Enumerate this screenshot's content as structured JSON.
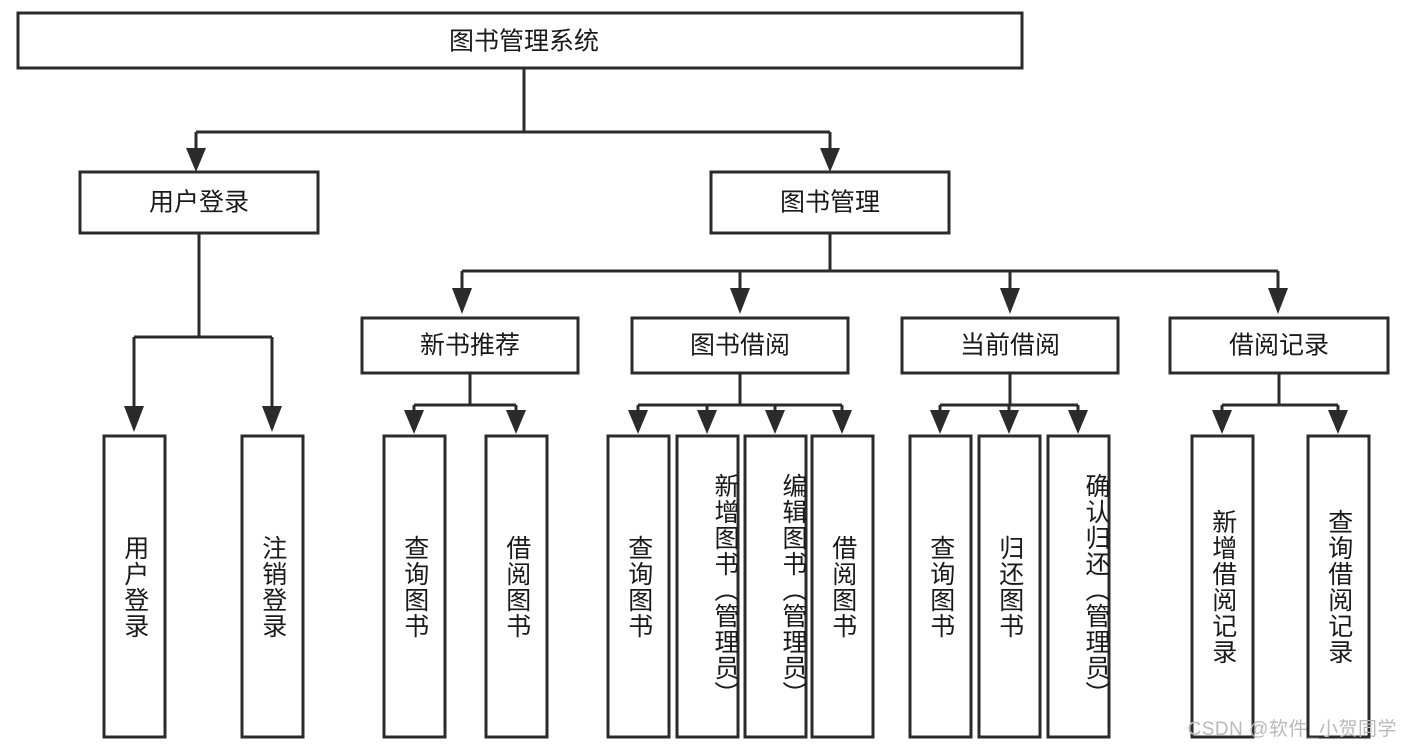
{
  "diagram": {
    "title": "图书管理系统",
    "type": "hierarchy-tree",
    "background_color": "#ffffff",
    "line_color": "#2b2b2b",
    "text_color": "#1a1a1a"
  },
  "watermark": {
    "text": "CSDN @软件_小贺同学",
    "color": "#b9b9b9"
  },
  "chart_data": {
    "type": "tree",
    "title": "图书管理系统",
    "root": {
      "label": "图书管理系统",
      "children": [
        {
          "label": "用户登录",
          "children": [
            {
              "label": "用户登录"
            },
            {
              "label": "注销登录"
            }
          ]
        },
        {
          "label": "图书管理",
          "children": [
            {
              "label": "新书推荐",
              "children": [
                {
                  "label": "查询图书"
                },
                {
                  "label": "借阅图书"
                }
              ]
            },
            {
              "label": "图书借阅",
              "children": [
                {
                  "label": "查询图书"
                },
                {
                  "label": "新增图书（管理员）"
                },
                {
                  "label": "编辑图书（管理员）"
                },
                {
                  "label": "借阅图书"
                }
              ]
            },
            {
              "label": "当前借阅",
              "children": [
                {
                  "label": "查询图书"
                },
                {
                  "label": "归还图书"
                },
                {
                  "label": "确认归还（管理员）"
                }
              ]
            },
            {
              "label": "借阅记录",
              "children": [
                {
                  "label": "新增借阅记录"
                },
                {
                  "label": "查询借阅记录"
                }
              ]
            }
          ]
        }
      ]
    }
  },
  "nodes": {
    "root": {
      "label": "图书管理系统"
    },
    "l2_user_login": {
      "label": "用户登录"
    },
    "l2_book_mgmt": {
      "label": "图书管理"
    },
    "l3_new_book_rec": {
      "label": "新书推荐"
    },
    "l3_book_borrow": {
      "label": "图书借阅"
    },
    "l3_current_borrow": {
      "label": "当前借阅"
    },
    "l3_borrow_record": {
      "label": "借阅记录"
    },
    "leaf_user_login": {
      "label": "用户登录"
    },
    "leaf_user_logout": {
      "label": "注销登录"
    },
    "leaf_nbr_query": {
      "label": "查询图书"
    },
    "leaf_nbr_borrow": {
      "label": "借阅图书"
    },
    "leaf_bb_query": {
      "label": "查询图书"
    },
    "leaf_bb_add": {
      "label": "新增图书（管理员）"
    },
    "leaf_bb_edit": {
      "label": "编辑图书（管理员）"
    },
    "leaf_bb_borrow": {
      "label": "借阅图书"
    },
    "leaf_cb_query": {
      "label": "查询图书"
    },
    "leaf_cb_return": {
      "label": "归还图书"
    },
    "leaf_cb_confirm": {
      "label": "确认归还（管理员）"
    },
    "leaf_br_add": {
      "label": "新增借阅记录"
    },
    "leaf_br_query": {
      "label": "查询借阅记录"
    }
  }
}
